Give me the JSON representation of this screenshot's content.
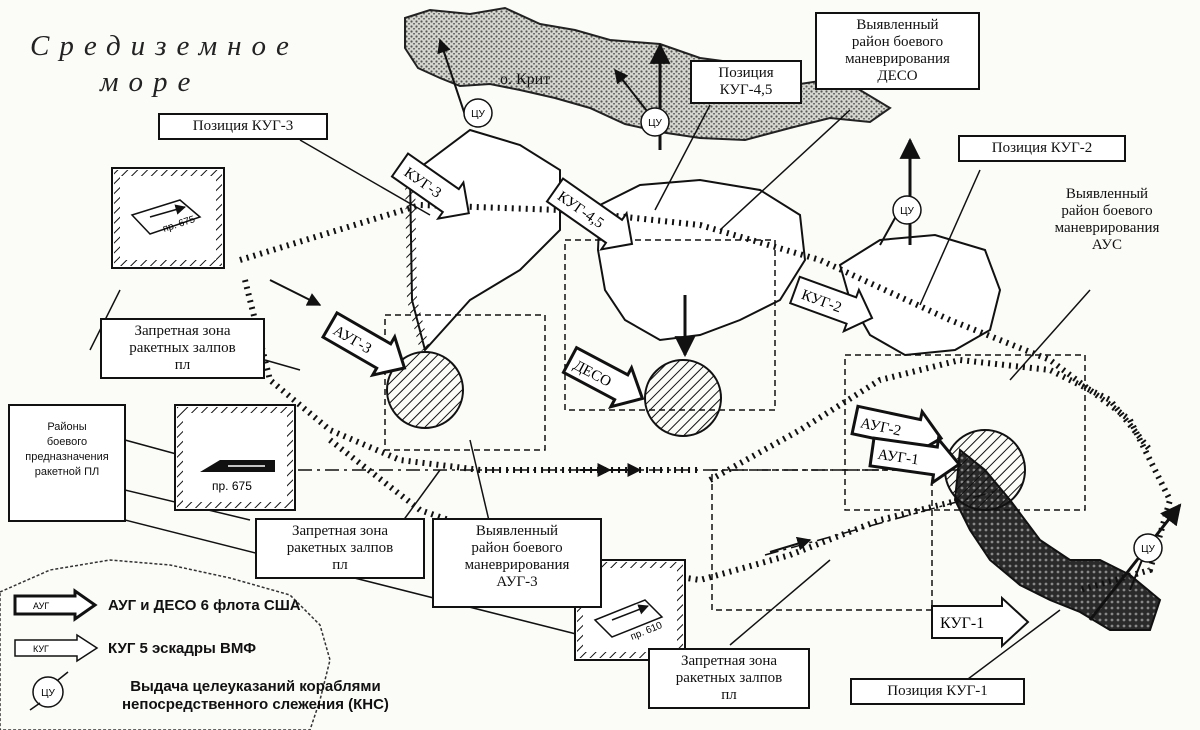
{
  "sea_title": [
    "Средиземное",
    "море"
  ],
  "place_crete": "о. Крит",
  "ship_labels": {
    "kug3": "КУГ-3",
    "kug45": "КУГ-4,5",
    "kug2": "КУГ-2",
    "kug1": "КУГ-1",
    "aug3": "АУГ-3",
    "deso": "ДЕСО",
    "aug2": "АУГ-2",
    "aug1": "АУГ-1"
  },
  "target_marker": "ЦУ",
  "submarines": [
    "пр. 675",
    "пр. 675",
    "пр. 610"
  ],
  "callouts": {
    "pos_kug3": [
      "Позиция КУГ-3"
    ],
    "pos_kug45": [
      "Позиция",
      "КУГ-4,5"
    ],
    "deso_area": [
      "Выявленный",
      "район боевого",
      "маневрирования",
      "ДЕСО"
    ],
    "pos_kug2": [
      "Позиция КУГ-2"
    ],
    "aus_area": [
      "Выявленный",
      "район боевого",
      "маневрирования",
      "АУС"
    ],
    "forbidden1": [
      "Запретная зона",
      "ракетных залпов",
      "пл"
    ],
    "sub_areas": [
      "Районы",
      "боевого",
      "предназначения",
      "ракетной ПЛ"
    ],
    "forbidden2": [
      "Запретная зона",
      "ракетных залпов",
      "пл"
    ],
    "aug3_area": [
      "Выявленный",
      "район боевого",
      "маневрирования",
      "АУГ-3"
    ],
    "forbidden3": [
      "Запретная зона",
      "ракетных залпов",
      "пл"
    ],
    "pos_kug1": [
      "Позиция КУГ-1"
    ]
  },
  "legend": {
    "aug_symbol": "АУГ",
    "aug_text": "АУГ и ДЕСО 6 флота США",
    "kug_symbol": "КУГ",
    "kug_text": "КУГ 5 эскадры ВМФ",
    "cu_symbol": "ЦУ",
    "cu_text": [
      "Выдача целеуказаний кораблями",
      "непосредственного слежения (КНС)"
    ]
  }
}
